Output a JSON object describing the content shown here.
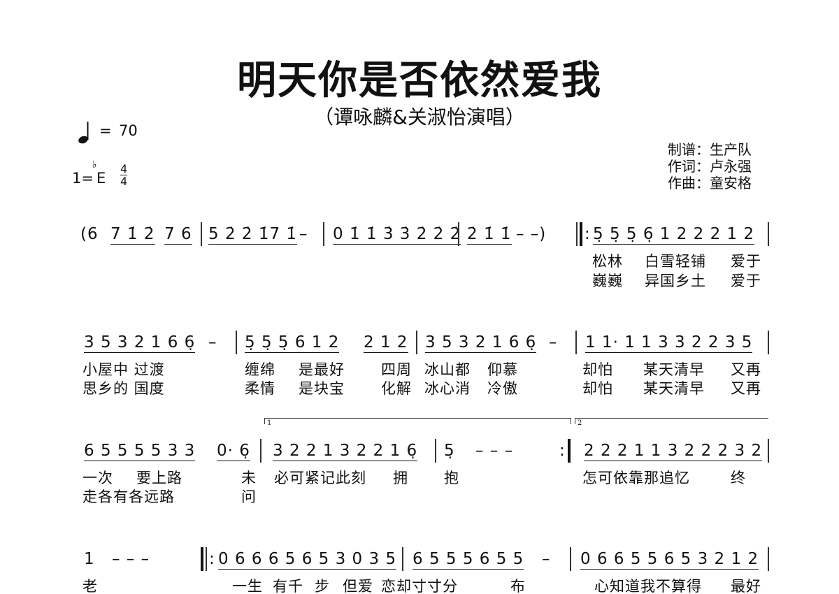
{
  "title": "明天你是否依然爱我",
  "subtitle": "（谭咏麟&关淑怡演唱）",
  "tempo": {
    "equals": "=",
    "bpm": "70"
  },
  "key": {
    "prefix": "1=",
    "flat": "♭",
    "note": "E",
    "time_top": "4",
    "time_bottom": "4"
  },
  "credits": [
    "制谱：生产队",
    "作词：卢永强",
    "作曲：童安格"
  ],
  "rows": [
    {
      "notes": [
        "(6",
        "7 1̇ 2̇",
        "7 6",
        "5 2̇ 2̇ 1̇7 1̇",
        "–",
        "0 1̇ 1̇ 3̇ 3̇ 2̇ 2̇ 2̇",
        "2̇ 1̇ 1̇",
        "– –)",
        "5̣ 5̣ 5̣ 6̣ 1 2 2 2 1 2"
      ],
      "lyrics1": [
        "松林",
        "白雪轻铺",
        "爱于"
      ],
      "lyrics2": [
        "巍巍",
        "异国乡土",
        "爱于"
      ]
    },
    {
      "notes": [
        "3 5 3 2 1 6 6̣",
        "–",
        "5̣ 5̣ 5̣ 6 1 2",
        "2 1 2",
        "3 5 3 2 1 6 6̣",
        "–",
        "1 1· 1 1 3 3 2 2 3 5"
      ],
      "lyrics1": [
        "小屋中 过渡",
        "缠绵",
        "是最好",
        "四周",
        "冰山都",
        "仰慕",
        "却怕",
        "某天清早",
        "又再"
      ],
      "lyrics2": [
        "思乡的 国度",
        "柔情",
        "是块宝",
        "化解",
        "冰心消",
        "冷傲",
        "却怕",
        "某天清早",
        "又再"
      ]
    },
    {
      "notes": [
        "6 5 5 5 5 3 3",
        "0· 6̣",
        "3 2 2 1 3 2 2 1 6̣",
        "5̣",
        "– – –",
        "2 2 2 1 1 3 2 2 2 3 2"
      ],
      "volta": [
        "1",
        "2"
      ],
      "lyrics1": [
        "一次",
        "要上路",
        "未",
        "必可紧记此刻",
        "拥",
        "抱",
        "怎可依靠那追忆",
        "终"
      ],
      "lyrics2": [
        "走各有各远路",
        "问"
      ]
    },
    {
      "notes": [
        "1",
        "– – –",
        "0 6 6 6 5 6 5 3 0 3 5",
        "6 5 5 5 6 5 5",
        "–",
        "0 6 6 5 5 6 5 3 2 1 2"
      ],
      "lyrics1": [
        "老",
        "一生",
        "有千",
        "步",
        "但爱",
        "恋却寸寸分",
        "布",
        "心知道我不算得",
        "最好"
      ]
    }
  ]
}
